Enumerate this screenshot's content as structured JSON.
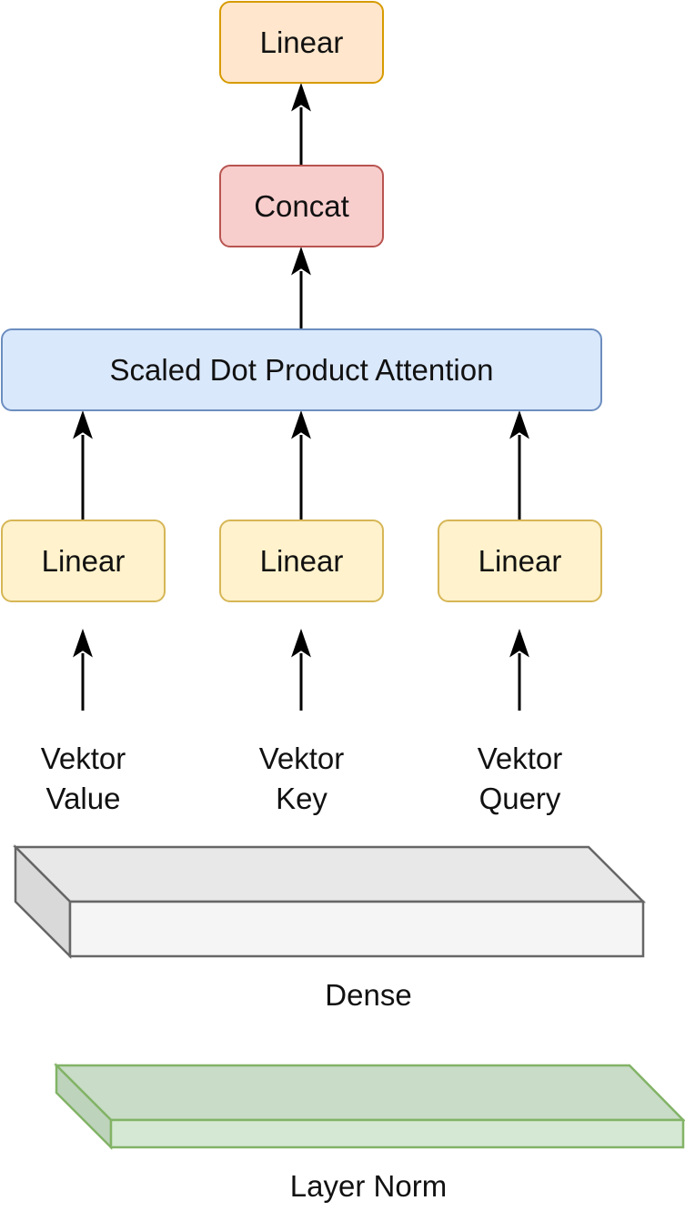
{
  "nodes": {
    "linear_top": "Linear",
    "concat": "Concat",
    "attention": "Scaled Dot Product Attention",
    "linear_value": "Linear",
    "linear_key": "Linear",
    "linear_query": "Linear"
  },
  "vectors": {
    "value": {
      "line1": "Vektor",
      "line2": "Value"
    },
    "key": {
      "line1": "Vektor",
      "line2": "Key"
    },
    "query": {
      "line1": "Vektor",
      "line2": "Query"
    }
  },
  "layers": {
    "dense": "Dense",
    "layer_norm": "Layer Norm"
  },
  "colors": {
    "linear_top_fill": "#ffe6cc",
    "linear_top_stroke": "#d79b00",
    "concat_fill": "#f8cecc",
    "concat_stroke": "#b85450",
    "attention_fill": "#dae8fc",
    "attention_stroke": "#6c8ebf",
    "linear_fill": "#fff2cc",
    "linear_stroke": "#d6b656",
    "dense_fill": "#f5f5f5",
    "dense_stroke": "#666666",
    "norm_fill": "#d5e8d4",
    "norm_stroke": "#82b366"
  }
}
